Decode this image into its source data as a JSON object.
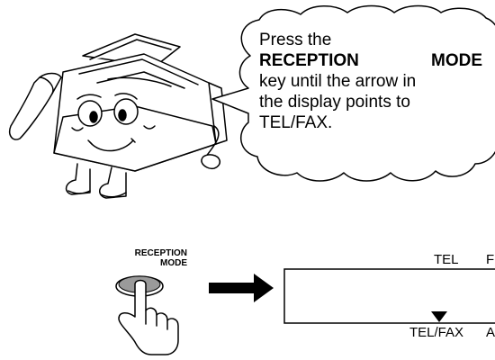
{
  "bubble": {
    "line1": "Press the",
    "line2_word1": "RECEPTION",
    "line2_word2": "MODE",
    "line3": "key until the arrow in",
    "line4": "the display points to",
    "line5": "TEL/FAX."
  },
  "reception_button": {
    "label_line1": "RECEPTION",
    "label_line2": "MODE"
  },
  "display": {
    "top_labels": [
      "TEL",
      "F"
    ],
    "bottom_labels": [
      "TEL/FAX",
      "A"
    ],
    "pointer_target": "TEL/FAX"
  }
}
